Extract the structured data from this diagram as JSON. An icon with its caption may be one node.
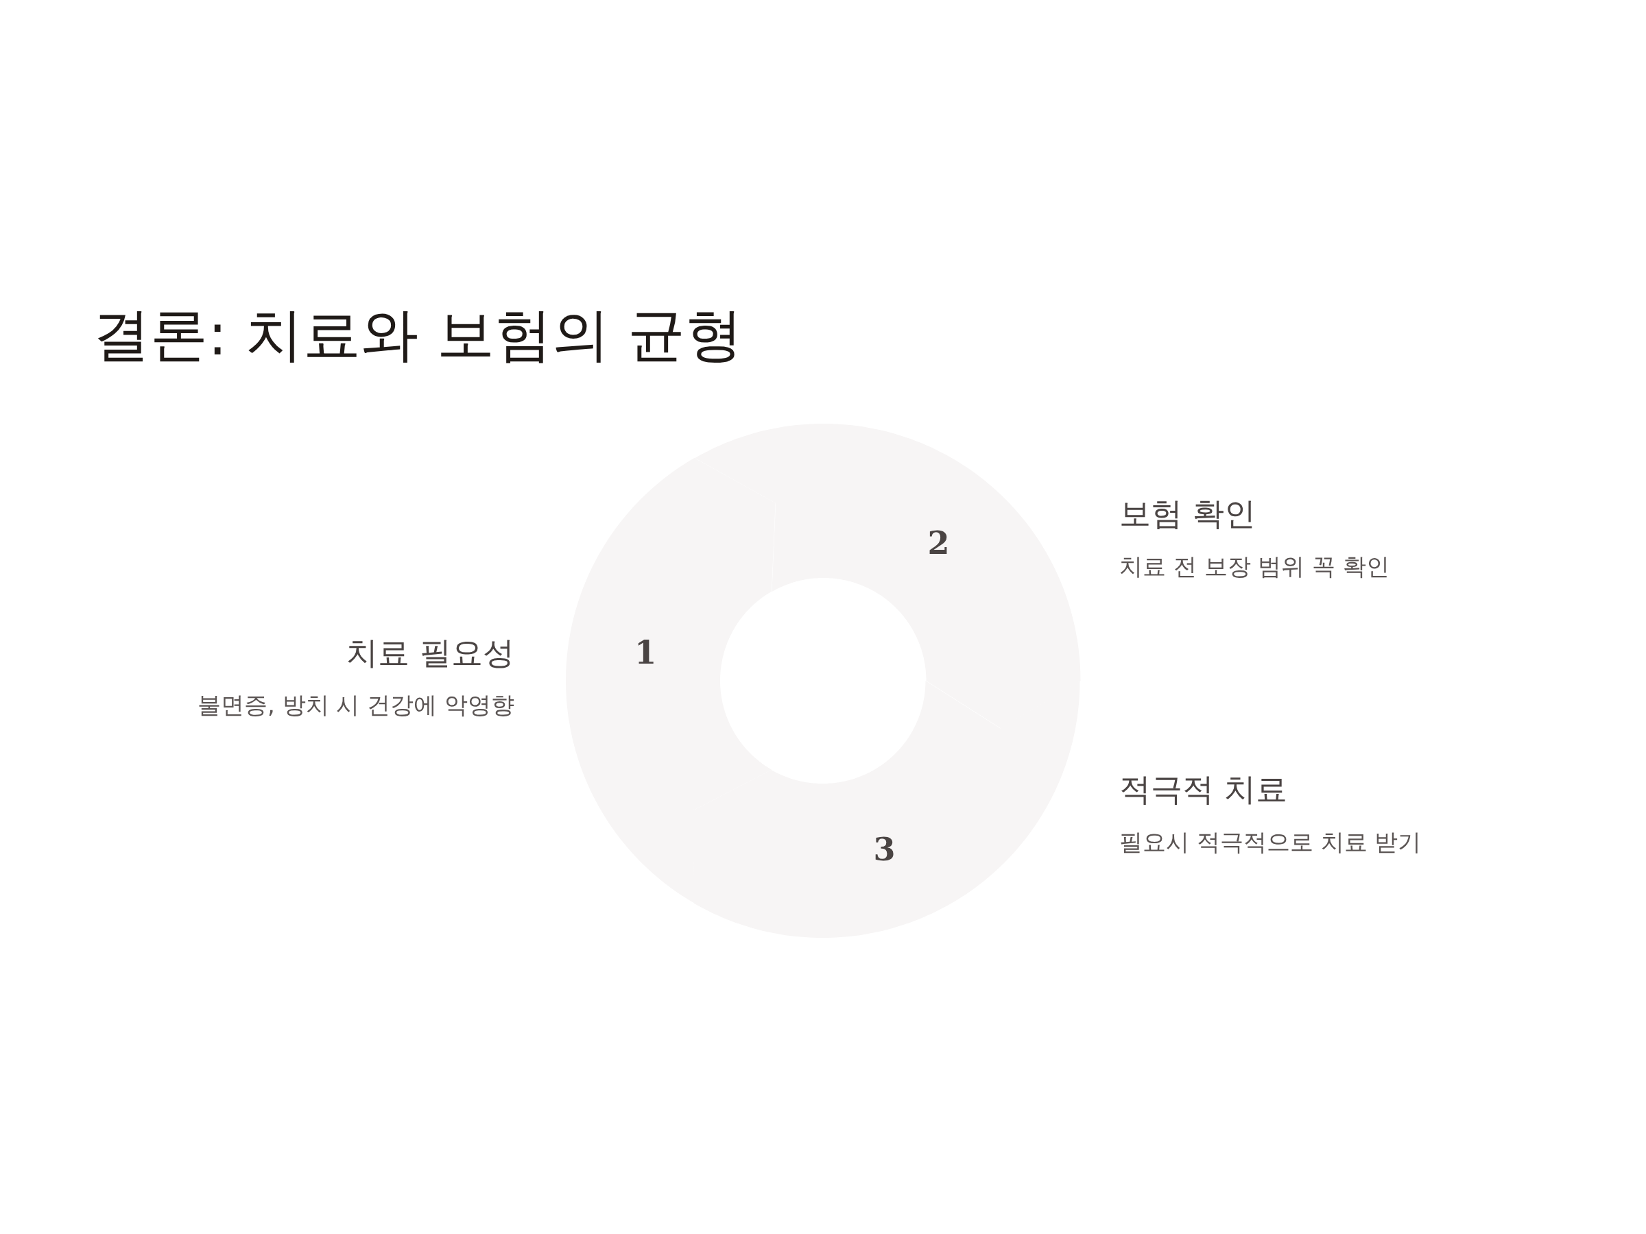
{
  "diagram": {
    "title": "결론: 치료와 보험의 균형",
    "nodes": [
      {
        "text": [
          "1"
        ],
        "beside": [
          "치료 필요성",
          "불면증, 방치 시 건강에 악영향"
        ]
      },
      {
        "text": [
          "2"
        ],
        "beside": [
          "보험 확인",
          "치료 전 보장 범위 꼭 확인"
        ]
      },
      {
        "text": [
          "3"
        ],
        "beside": [
          "적극적 치료",
          "필요시 적극적으로 치료 받기"
        ]
      }
    ]
  }
}
